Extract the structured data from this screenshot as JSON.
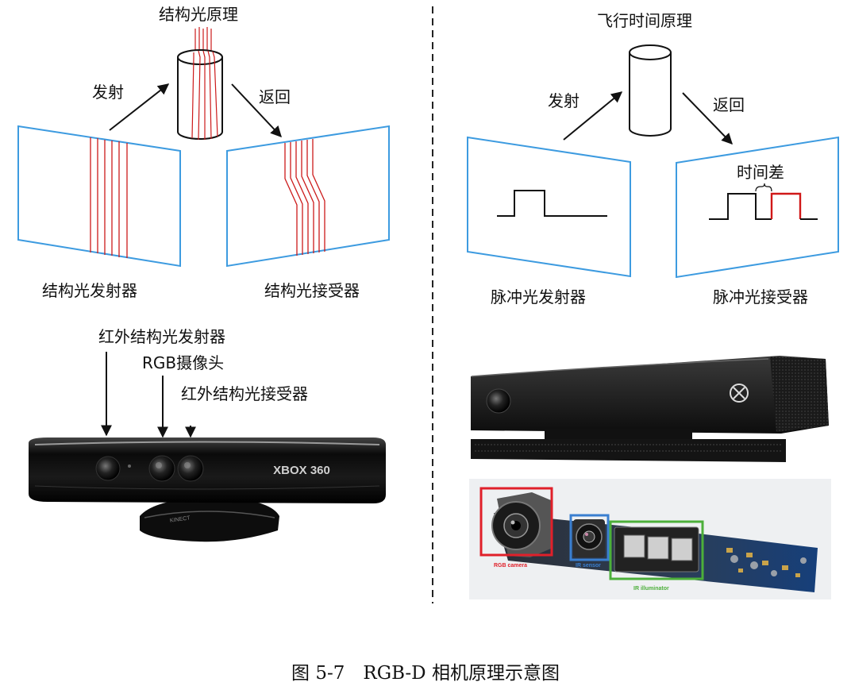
{
  "structured_light": {
    "title": "结构光原理",
    "emit": "发射",
    "return": "返回",
    "emitter": "结构光发射器",
    "receiver": "结构光接受器"
  },
  "tof": {
    "title": "飞行时间原理",
    "emit": "发射",
    "return": "返回",
    "time_diff": "时间差",
    "emitter": "脉冲光发射器",
    "receiver": "脉冲光接受器"
  },
  "kinect_v1": {
    "ir_emitter": "红外结构光发射器",
    "rgb_camera": "RGB摄像头",
    "ir_receiver": "红外结构光接受器",
    "brand_text": "XBOX 360",
    "base_text": "KINECT"
  },
  "kinect_v2": {
    "rgb_label": "RGB camera",
    "ir_sensor_label": "IR sensor",
    "ir_illuminator_label": "IR illuminator"
  },
  "colors": {
    "panel_blue": "#3d9be0",
    "light_red": "#cc1a1a",
    "box_red": "#e0202a",
    "box_blue": "#3a7fd0",
    "box_green": "#4caf3a"
  },
  "caption": "图 5-7　RGB-D 相机原理示意图"
}
